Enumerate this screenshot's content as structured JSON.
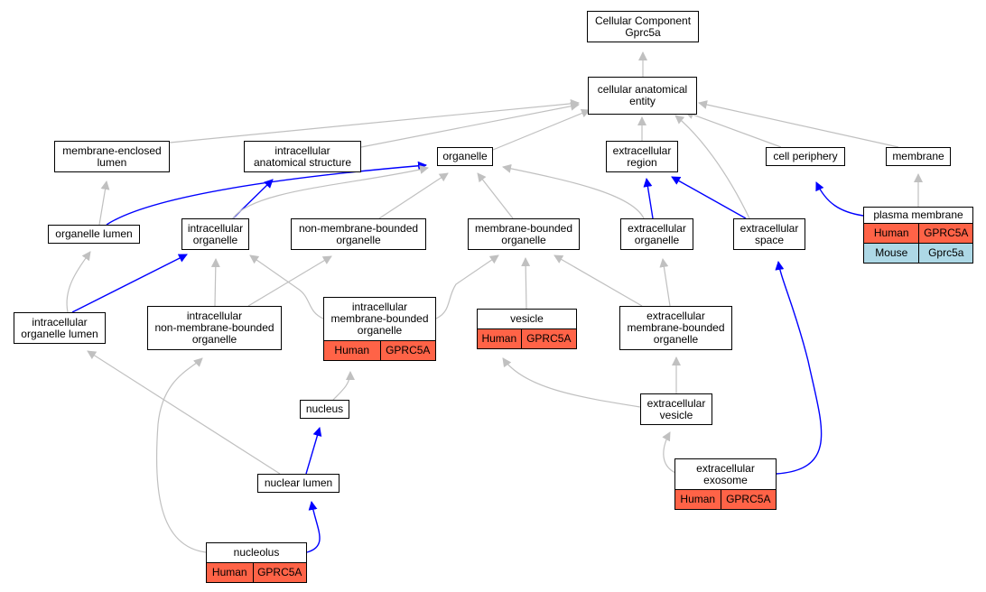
{
  "colors": {
    "is_a_edge": "#c0c0c0",
    "part_of_edge": "#0000ff",
    "human": "#ff6347",
    "mouse": "#add8e6"
  },
  "nodes": [
    {
      "id": "root",
      "label": "Cellular Component\nGprc5a"
    },
    {
      "id": "cae",
      "label": "cellular anatomical\nentity"
    },
    {
      "id": "mel",
      "label": "membrane-enclosed\nlumen"
    },
    {
      "id": "ias",
      "label": "intracellular\nanatomical structure"
    },
    {
      "id": "org",
      "label": "organelle"
    },
    {
      "id": "exr",
      "label": "extracellular\nregion"
    },
    {
      "id": "cp",
      "label": "cell periphery"
    },
    {
      "id": "mem",
      "label": "membrane"
    },
    {
      "id": "ol",
      "label": "organelle lumen"
    },
    {
      "id": "io",
      "label": "intracellular\norganelle"
    },
    {
      "id": "nmbo",
      "label": "non-membrane-bounded\norganelle"
    },
    {
      "id": "mbo",
      "label": "membrane-bounded\norganelle"
    },
    {
      "id": "exo",
      "label": "extracellular\norganelle"
    },
    {
      "id": "exs",
      "label": "extracellular\nspace"
    },
    {
      "id": "pm",
      "label": "plasma membrane",
      "rows": [
        {
          "species": "Human",
          "gene": "GPRC5A"
        },
        {
          "species": "Mouse",
          "gene": "Gprc5a"
        }
      ]
    },
    {
      "id": "iol",
      "label": "intracellular\norganelle lumen"
    },
    {
      "id": "inmbo",
      "label": "intracellular\nnon-membrane-bounded\norganelle"
    },
    {
      "id": "imbo",
      "label": "intracellular\nmembrane-bounded\norganelle",
      "rows": [
        {
          "species": "Human",
          "gene": "GPRC5A"
        }
      ]
    },
    {
      "id": "ves",
      "label": "vesicle",
      "rows": [
        {
          "species": "Human",
          "gene": "GPRC5A"
        }
      ]
    },
    {
      "id": "embo",
      "label": "extracellular\nmembrane-bounded\norganelle"
    },
    {
      "id": "nuc",
      "label": "nucleus"
    },
    {
      "id": "exv",
      "label": "extracellular\nvesicle"
    },
    {
      "id": "nl",
      "label": "nuclear lumen"
    },
    {
      "id": "exso",
      "label": "extracellular\nexosome",
      "rows": [
        {
          "species": "Human",
          "gene": "GPRC5A"
        }
      ]
    },
    {
      "id": "nclo",
      "label": "nucleolus",
      "rows": [
        {
          "species": "Human",
          "gene": "GPRC5A"
        }
      ]
    }
  ],
  "edges": [
    {
      "from": "cae",
      "to": "root",
      "type": "is_a"
    },
    {
      "from": "mel",
      "to": "cae",
      "type": "is_a"
    },
    {
      "from": "ias",
      "to": "cae",
      "type": "is_a"
    },
    {
      "from": "org",
      "to": "cae",
      "type": "is_a"
    },
    {
      "from": "exr",
      "to": "cae",
      "type": "is_a"
    },
    {
      "from": "cp",
      "to": "cae",
      "type": "is_a"
    },
    {
      "from": "mem",
      "to": "cae",
      "type": "is_a"
    },
    {
      "from": "exs",
      "to": "cae",
      "type": "is_a"
    },
    {
      "from": "ol",
      "to": "mel",
      "type": "is_a"
    },
    {
      "from": "ol",
      "to": "org",
      "type": "part_of"
    },
    {
      "from": "io",
      "to": "ias",
      "type": "part_of"
    },
    {
      "from": "io",
      "to": "org",
      "type": "is_a"
    },
    {
      "from": "nmbo",
      "to": "org",
      "type": "is_a"
    },
    {
      "from": "mbo",
      "to": "org",
      "type": "is_a"
    },
    {
      "from": "exo",
      "to": "org",
      "type": "is_a"
    },
    {
      "from": "exo",
      "to": "exr",
      "type": "part_of"
    },
    {
      "from": "exs",
      "to": "exr",
      "type": "part_of"
    },
    {
      "from": "pm",
      "to": "cp",
      "type": "part_of"
    },
    {
      "from": "pm",
      "to": "mem",
      "type": "is_a"
    },
    {
      "from": "iol",
      "to": "ol",
      "type": "is_a"
    },
    {
      "from": "iol",
      "to": "io",
      "type": "part_of"
    },
    {
      "from": "inmbo",
      "to": "io",
      "type": "is_a"
    },
    {
      "from": "inmbo",
      "to": "nmbo",
      "type": "is_a"
    },
    {
      "from": "imbo",
      "to": "io",
      "type": "is_a"
    },
    {
      "from": "imbo",
      "to": "mbo",
      "type": "is_a"
    },
    {
      "from": "ves",
      "to": "mbo",
      "type": "is_a"
    },
    {
      "from": "embo",
      "to": "mbo",
      "type": "is_a"
    },
    {
      "from": "embo",
      "to": "exo",
      "type": "is_a"
    },
    {
      "from": "nuc",
      "to": "imbo",
      "type": "is_a"
    },
    {
      "from": "exv",
      "to": "ves",
      "type": "is_a"
    },
    {
      "from": "exv",
      "to": "embo",
      "type": "is_a"
    },
    {
      "from": "nl",
      "to": "iol",
      "type": "is_a"
    },
    {
      "from": "nl",
      "to": "nuc",
      "type": "part_of"
    },
    {
      "from": "exso",
      "to": "exv",
      "type": "is_a"
    },
    {
      "from": "exso",
      "to": "exs",
      "type": "part_of"
    },
    {
      "from": "nclo",
      "to": "inmbo",
      "type": "is_a"
    },
    {
      "from": "nclo",
      "to": "nl",
      "type": "part_of"
    }
  ]
}
